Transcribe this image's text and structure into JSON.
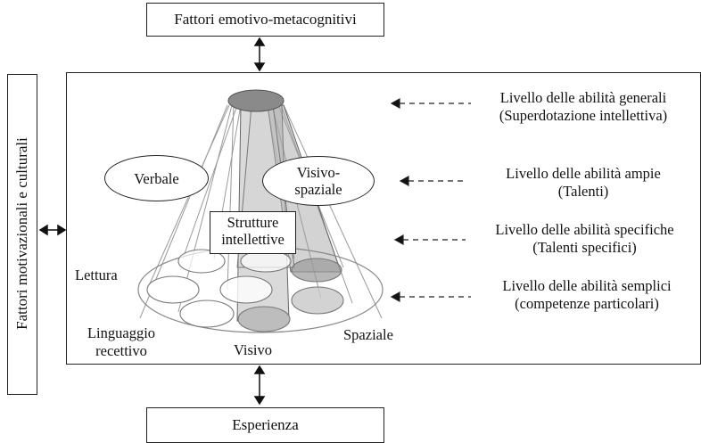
{
  "top_box": "Fattori emotivo-metacognitivi",
  "bottom_box": "Esperienza",
  "left_box": "Fattori motivazionali e culturali",
  "ellipse_labels": {
    "verbale": "Verbale",
    "visivo_spaziale_1": "Visivo-",
    "visivo_spaziale_2": "spaziale"
  },
  "strutture": {
    "line1": "Strutture",
    "line2": "intellettive"
  },
  "cone_labels": {
    "lettura": "Lettura",
    "linguaggio_1": "Linguaggio",
    "linguaggio_2": "recettivo",
    "visivo": "Visivo",
    "spaziale": "Spaziale"
  },
  "levels": [
    {
      "line1": "Livello delle abilità generali",
      "line2": "(Superdotazione intellettiva)"
    },
    {
      "line1": "Livello delle abilità ampie",
      "line2": "(Talenti)"
    },
    {
      "line1": "Livello delle abilità specifiche",
      "line2": "(Talenti specifici)"
    },
    {
      "line1": "Livello delle abilità semplici",
      "line2": "(competenze particolari)"
    }
  ]
}
